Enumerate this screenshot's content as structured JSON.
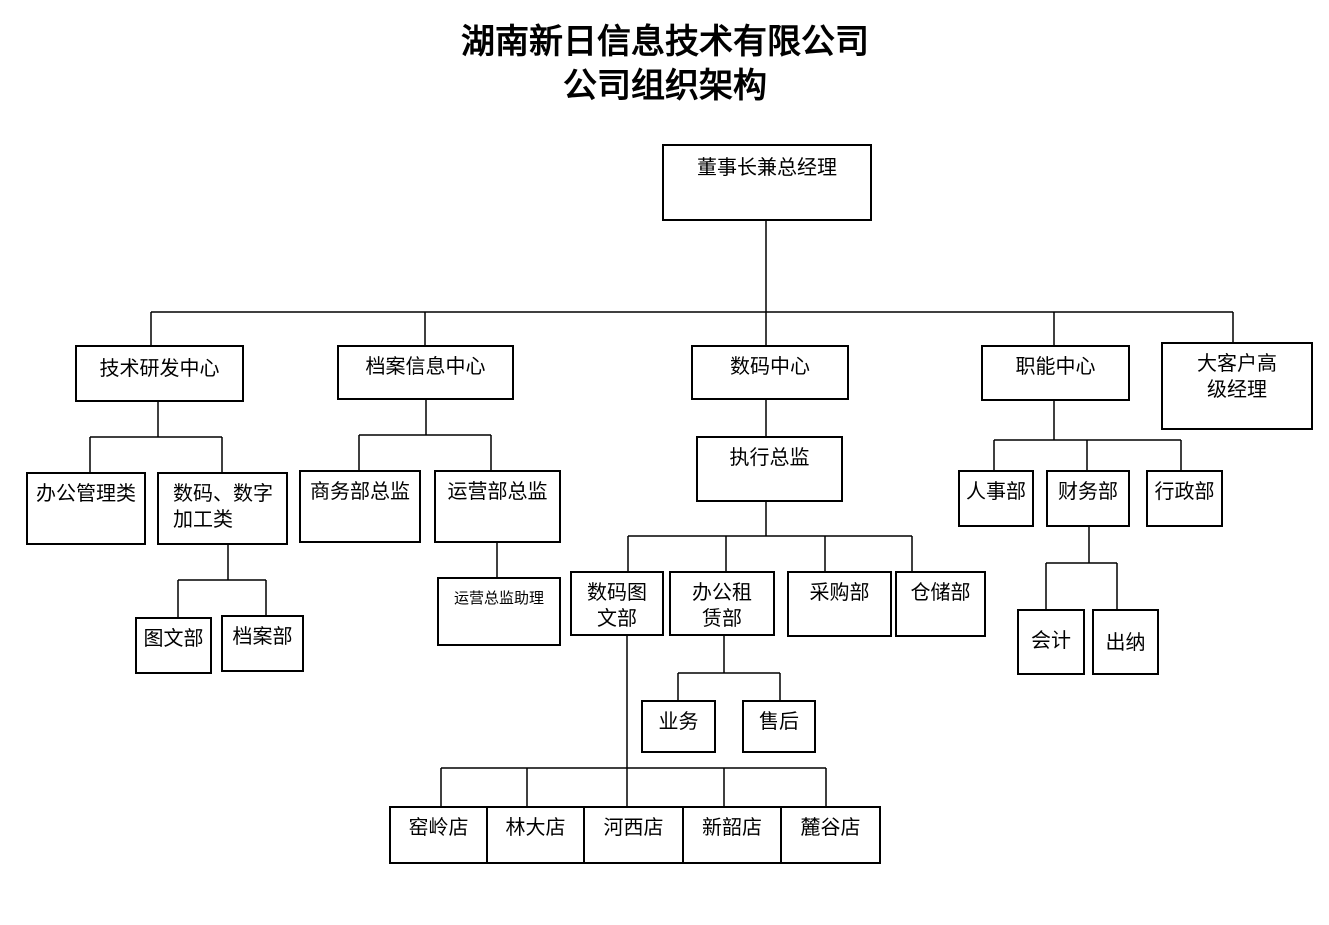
{
  "header": {
    "title_line1": "湖南新日信息技术有限公司",
    "title_line2": "公司组织架构"
  },
  "nodes": {
    "ceo": "董事长兼总经理",
    "tech_center": "技术研发中心",
    "archive_center": "档案信息中心",
    "digital_center": "数码中心",
    "function_center": "职能中心",
    "key_account": "大客户高级经理",
    "office_mgmt": "办公管理类",
    "digital_processing": "数码、数字加工类",
    "graphics": "图文部",
    "archives_dept": "档案部",
    "business_director": "商务部总监",
    "operations_director": "运营部总监",
    "operations_assistant": "运营总监助理",
    "executive_director": "执行总监",
    "digital_graphics_dept": "数码图文部",
    "office_leasing_dept": "办公租赁部",
    "purchasing_dept": "采购部",
    "warehouse_dept": "仓储部",
    "sales": "业务",
    "after_sales": "售后",
    "store_yaoling": "窑岭店",
    "store_linda": "林大店",
    "store_hexi": "河西店",
    "store_xinshao": "新韶店",
    "store_lugu": "麓谷店",
    "hr_dept": "人事部",
    "finance_dept": "财务部",
    "admin_dept": "行政部",
    "accounting": "会计",
    "cashier": "出纳"
  }
}
